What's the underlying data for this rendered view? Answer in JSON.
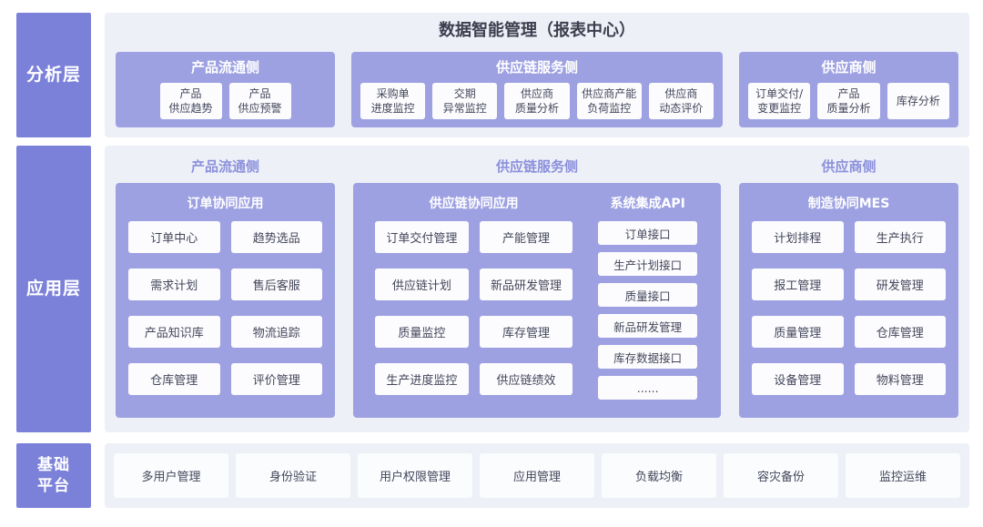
{
  "colors": {
    "label_bg": "#7B80D9",
    "box_bg": "#9DA1E2",
    "panel_bg": "#EEF0F8",
    "header_text": "#8B90DB",
    "cell_bg": "#FCFCFE",
    "cell_text": "#43465A",
    "title_text": "#3C3E4E"
  },
  "analysis": {
    "label": "分析层",
    "title": "数据智能管理（报表中心）",
    "groups": [
      {
        "title": "产品流通侧",
        "items": [
          "产品\n供应趋势",
          "产品\n供应预警"
        ]
      },
      {
        "title": "供应链服务侧",
        "items": [
          "采购单\n进度监控",
          "交期\n异常监控",
          "供应商\n质量分析",
          "供应商产能\n负荷监控",
          "供应商\n动态评价"
        ]
      },
      {
        "title": "供应商侧",
        "items": [
          "订单交付/\n变更监控",
          "产品\n质量分析",
          "库存分析"
        ]
      }
    ]
  },
  "application": {
    "label": "应用层",
    "columns": [
      {
        "header": "产品流通侧",
        "box_title": "订单协同应用",
        "items": [
          "订单中心",
          "趋势选品",
          "需求计划",
          "售后客服",
          "产品知识库",
          "物流追踪",
          "仓库管理",
          "评价管理"
        ]
      },
      {
        "header": "供应链服务侧",
        "sub_main": {
          "title": "供应链协同应用",
          "items": [
            "订单交付管理",
            "产能管理",
            "供应链计划",
            "新品研发管理",
            "质量监控",
            "库存管理",
            "生产进度监控",
            "供应链绩效"
          ]
        },
        "sub_api": {
          "title": "系统集成API",
          "items": [
            "订单接口",
            "生产计划接口",
            "质量接口",
            "新品研发管理",
            "库存数据接口",
            "......"
          ]
        }
      },
      {
        "header": "供应商侧",
        "box_title": "制造协同MES",
        "items": [
          "计划排程",
          "生产执行",
          "报工管理",
          "研发管理",
          "质量管理",
          "仓库管理",
          "设备管理",
          "物料管理"
        ]
      }
    ]
  },
  "platform": {
    "label": "基础\n平台",
    "items": [
      "多用户管理",
      "身份验证",
      "用户权限管理",
      "应用管理",
      "负载均衡",
      "容灾备份",
      "监控运维"
    ]
  }
}
